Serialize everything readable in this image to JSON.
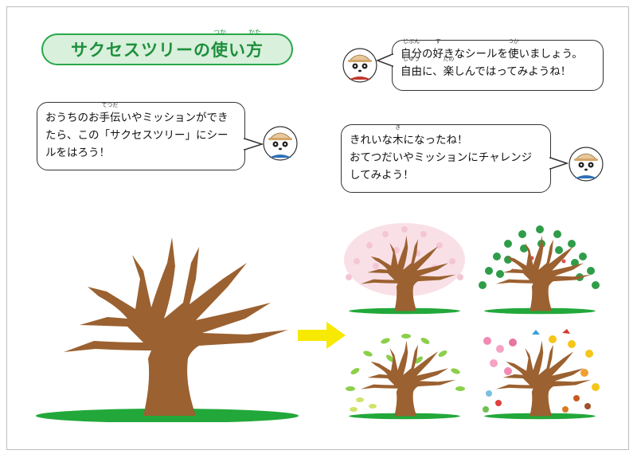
{
  "title": {
    "pre": "サクセスツリーの",
    "k1": "使",
    "k1_ruby": "つか",
    "mid": "い",
    "k2": "方",
    "k2_ruby": "かた"
  },
  "bubble_intro": {
    "line1_a": "おうちのお",
    "line1_k": "手伝",
    "line1_k_ruby": "てつだ",
    "line1_b": "いやミッションができ",
    "line2": "たら、この「サクセスツリー」にシー",
    "line3": "ルをはろう！"
  },
  "bubble_sticker": {
    "k_jibun": "自分",
    "k_jibun_ruby": "じぶん",
    "t1": "の",
    "k_suki": "好",
    "k_suki_ruby": "す",
    "t2": "きなシールを",
    "k_tsuka": "使",
    "k_tsuka_ruby": "つか",
    "t3": "いましょう。",
    "k_jiyuu": "自由",
    "k_jiyuu_ruby": "じゆう",
    "t4": "に、",
    "k_tano": "楽",
    "k_tano_ruby": "たの",
    "t5": "しんではってみようね！"
  },
  "bubble_challenge": {
    "a": "きれいな",
    "k_ki": "木",
    "k_ki_ruby": "き",
    "b": "になったね！",
    "line2": "おてつだいやミッションにチャレンジ",
    "line3": "してみよう！"
  },
  "icons": [
    "panda-avatar-icon",
    "right-arrow-icon"
  ],
  "colors": {
    "title_green": "#1e8f3c",
    "title_bg": "#d9f0dc",
    "trunk": "#9b6130",
    "grass": "#22a83a",
    "arrow": "#f7e900",
    "blossom_pink": "#f4c6d4",
    "leaf_green": "#2f9d48",
    "fresh_green": "#8ccf4a"
  }
}
